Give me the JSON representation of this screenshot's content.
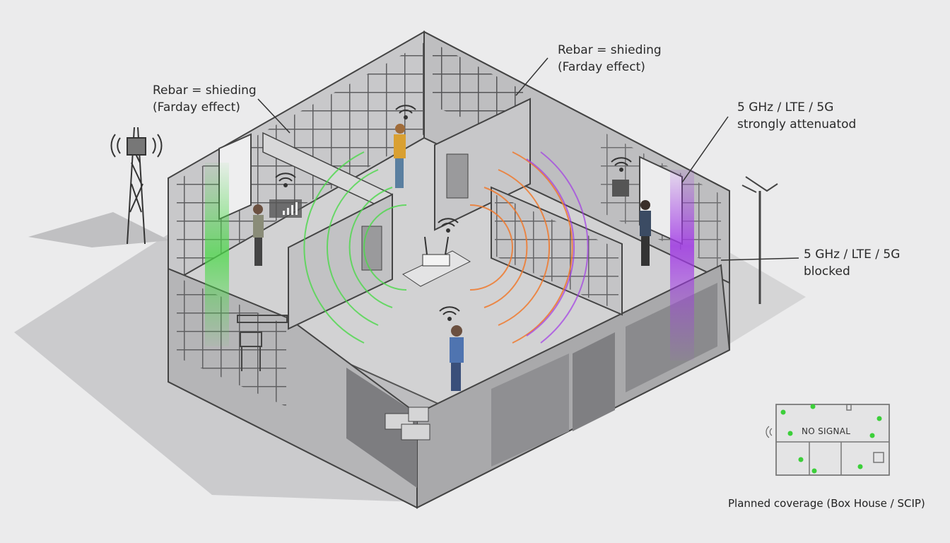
{
  "colors": {
    "background": "#ebebec",
    "concrete": "#c9c9ca",
    "concrete_dark": "#8f8f92",
    "rebar": "#3b3b3d",
    "wifi_green": "#4cd94a",
    "wifi_orange": "#f07a2e",
    "cellular_purple": "#a23be6",
    "person_blue": "#4f74b0",
    "person_yellow": "#d9a032"
  },
  "annotations": {
    "rebar_left": {
      "line1": "Rebar = shieding",
      "line2": "(Farday effect)"
    },
    "rebar_top": {
      "line1": "Rebar = shieding",
      "line2": "(Farday effect)"
    },
    "attenuated": {
      "line1": "5 GHz / LTE / 5G",
      "line2": "strongly attenuatod"
    },
    "blocked": {
      "line1": "5 GHz / LTE / 5G",
      "line2": "blocked"
    }
  },
  "inset": {
    "status_text": "NO SIGNAL",
    "caption": "Planned coverage (Box House / SCIP)"
  },
  "icons": [
    "cell-tower-icon",
    "antenna-mast-icon",
    "router-icon",
    "wifi-icon",
    "signal-bars-icon",
    "person-icon"
  ]
}
